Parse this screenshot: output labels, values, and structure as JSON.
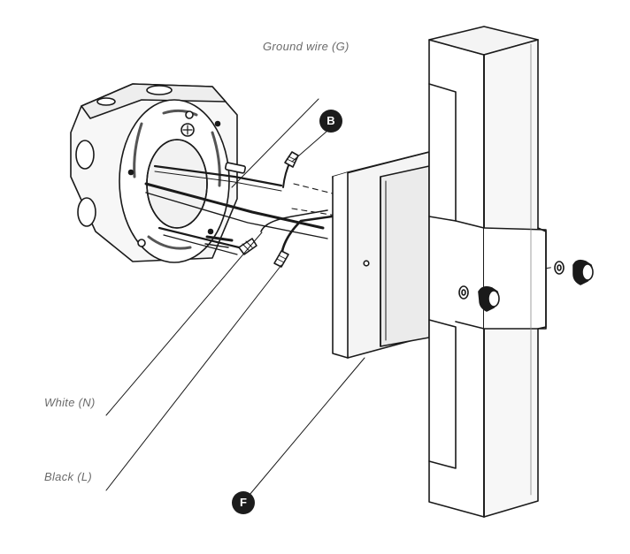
{
  "labels": {
    "ground": "Ground wire (G)",
    "white": "White (N)",
    "black": "Black (L)"
  },
  "badges": {
    "b": "B",
    "f": "F"
  },
  "colors": {
    "line": "#1a1a1a",
    "badge": "#1c1c1c",
    "label_text": "#6b6b6b"
  }
}
